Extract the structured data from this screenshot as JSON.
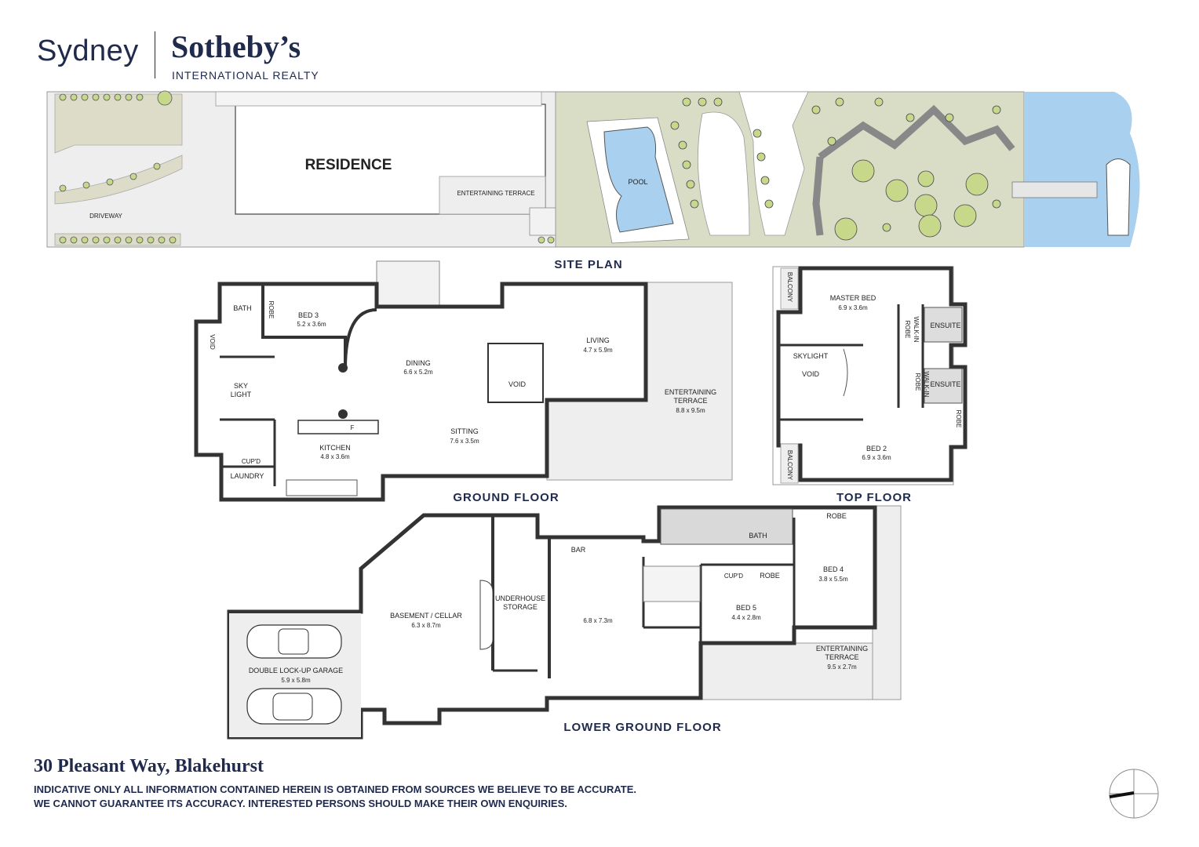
{
  "brand": {
    "city": "Sydney",
    "name": "Sotheby’s",
    "sub": "INTERNATIONAL REALTY"
  },
  "site": {
    "residence": "RESIDENCE",
    "driveway": "DRIVEWAY",
    "terrace": "ENTERTAINING TERRACE",
    "pool": "POOL",
    "title": "SITE PLAN"
  },
  "ground": {
    "title": "GROUND FLOOR",
    "bath": "BATH",
    "robe": "ROBE",
    "bed3": "BED 3",
    "bed3_size": "5.2 x 3.6m",
    "void_side": "VOID",
    "sky": "SKY",
    "light": "LIGHT",
    "dining": "DINING",
    "dining_size": "6.6 x 5.2m",
    "void": "VOID",
    "living": "LIVING",
    "living_size": "4.7 x 5.9m",
    "terrace1": "ENTERTAINING",
    "terrace2": "TERRACE",
    "terrace_size": "8.8 x 9.5m",
    "fridge": "F",
    "kitchen": "KITCHEN",
    "kitchen_size": "4.8 x 3.6m",
    "sitting": "SITTING",
    "sitting_size": "7.6 x 3.5m",
    "cupd": "CUP'D",
    "laundry": "LAUNDRY"
  },
  "top": {
    "title": "TOP FLOOR",
    "balcony": "BALCONY",
    "master": "MASTER BED",
    "master_size": "6.9 x 3.6m",
    "walkin": "WALK-IN",
    "robe": "ROBE",
    "ensuite": "ENSUITE",
    "skylight": "SKYLIGHT",
    "void": "VOID",
    "bed2": "BED 2",
    "bed2_size": "6.9 x 3.6m"
  },
  "lower": {
    "title": "LOWER GROUND FLOOR",
    "bath": "BATH",
    "robe": "ROBE",
    "bar": "BAR",
    "bed4": "BED 4",
    "bed4_size": "3.8 x 5.5m",
    "cupd": "CUP'D",
    "underhouse1": "UNDERHOUSE",
    "underhouse2": "STORAGE",
    "basement": "BASEMENT / CELLAR",
    "basement_size": "6.3 x 8.7m",
    "rumpus_size": "6.8 x 7.3m",
    "bed5": "BED 5",
    "bed5_size": "4.4 x 2.8m",
    "terrace1": "ENTERTAINING",
    "terrace2": "TERRACE",
    "terrace_size": "9.5 x 2.7m",
    "garage": "DOUBLE LOCK-UP GARAGE",
    "garage_size": "5.9 x 5.8m"
  },
  "footer": {
    "address": "30 Pleasant Way, Blakehurst",
    "disclaimer1": "INDICATIVE ONLY ALL INFORMATION CONTAINED HEREIN IS OBTAINED FROM SOURCES WE BELIEVE TO BE ACCURATE.",
    "disclaimer2": "WE CANNOT GUARANTEE ITS ACCURACY. INTERESTED PERSONS SHOULD MAKE THEIR OWN ENQUIRIES."
  },
  "colors": {
    "navy": "#1f2a4d",
    "wall": "#333333",
    "paving": "#eeeeee",
    "garden": "#d9ddc6",
    "water": "#a9d0ee",
    "shrub": "#c8d88a"
  },
  "icons": [
    "compass-icon",
    "boat-icon",
    "car-icon"
  ]
}
